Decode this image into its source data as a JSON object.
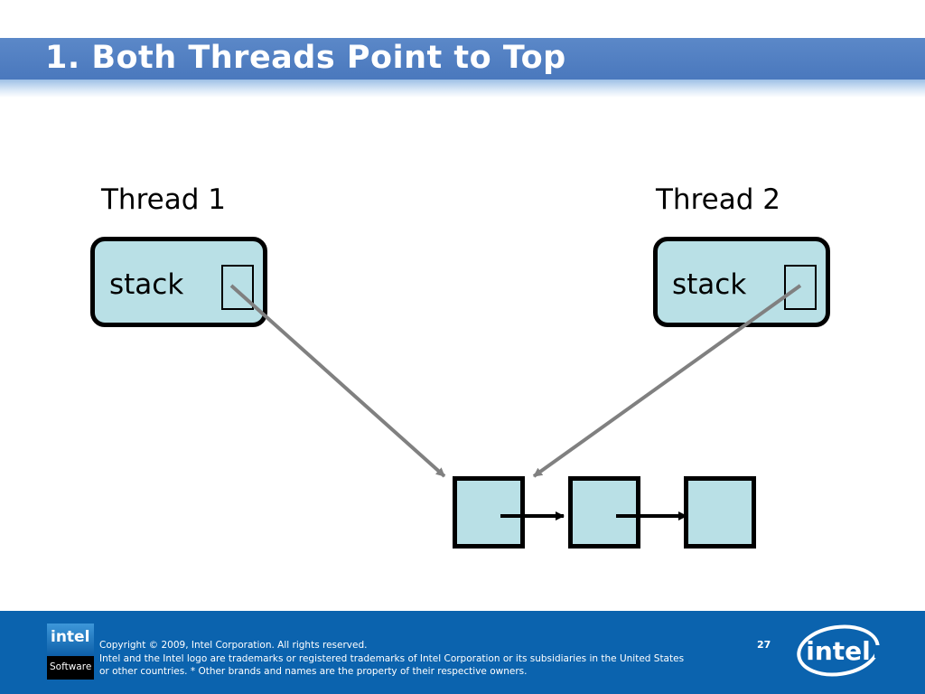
{
  "slide": {
    "title": "1. Both Threads Point to Top"
  },
  "diagram": {
    "thread1": {
      "label": "Thread 1",
      "stack_label": "stack"
    },
    "thread2": {
      "label": "Thread 2",
      "stack_label": "stack"
    },
    "list_nodes": 3
  },
  "footer": {
    "copyright_lines": [
      "Copyright © 2009, Intel Corporation. All rights reserved.",
      "Intel and the Intel logo are trademarks or registered trademarks of Intel Corporation or its subsidiaries in the United States",
      "or other countries. * Other brands and names are the property of their respective owners."
    ],
    "page_number": "27",
    "badge_top": "intel",
    "badge_bottom": "Software",
    "logo_text": "intel"
  },
  "colors": {
    "title_bar": "#4a78bd",
    "node_fill": "#b9e0e6",
    "arrow_gray": "#808080",
    "footer_bg": "#0b63ae"
  }
}
